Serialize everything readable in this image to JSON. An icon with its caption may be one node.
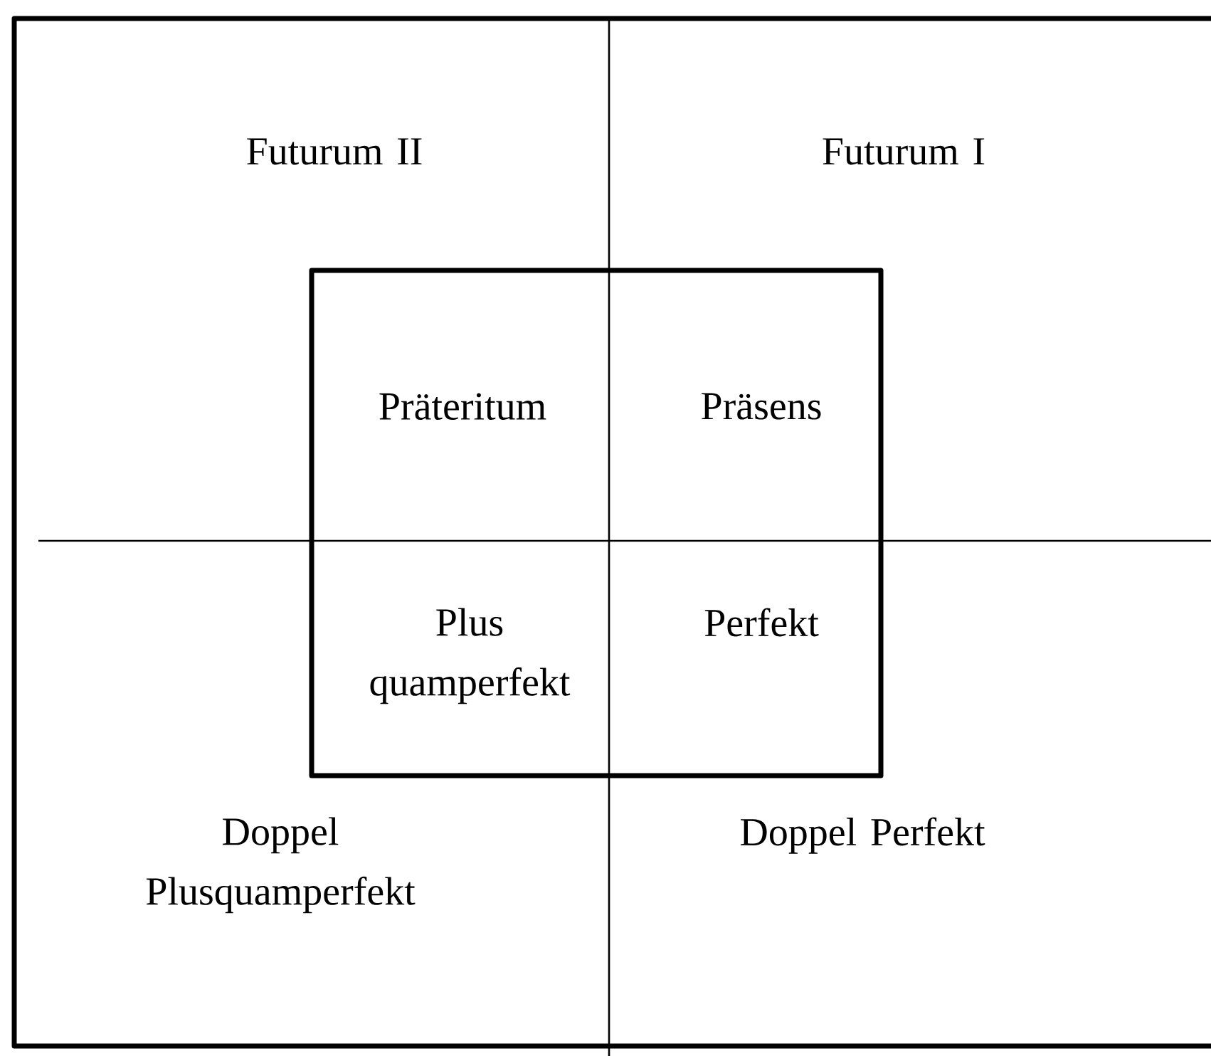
{
  "diagram": {
    "nodes": [
      {
        "text": [
          "Futurum II",
          "Futurum I",
          "Doppel Plusquamperfekt",
          "Doppel Perfekt"
        ]
      },
      {
        "text": [
          "Präteritum",
          "Präsens",
          "Plus quamperfekt",
          "Perfekt"
        ],
        "in": 0
      }
    ]
  }
}
